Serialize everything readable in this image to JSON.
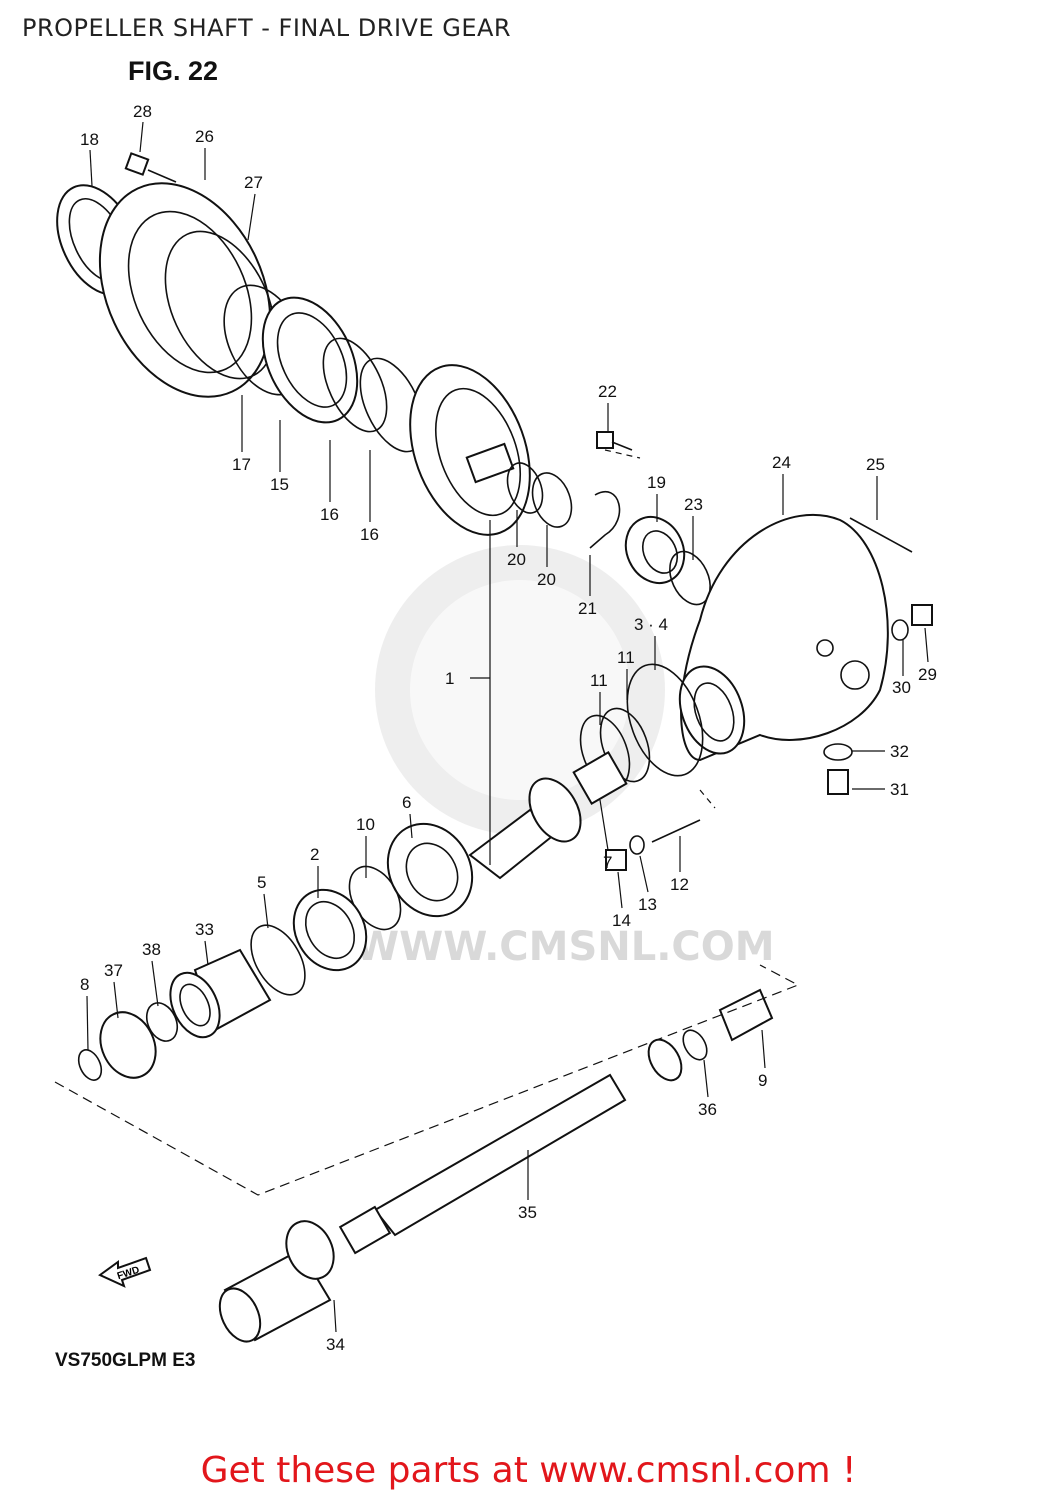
{
  "header": {
    "title": "PROPELLER SHAFT - FINAL DRIVE GEAR"
  },
  "figure": {
    "label": "FIG. 22",
    "model_code": "VS750GLPM  E3",
    "fwd_label": "FWD"
  },
  "watermark": {
    "text": "WWW.CMSNL.COM"
  },
  "promo": {
    "text": "Get these parts at www.cmsnl.com !"
  },
  "callouts": [
    "28",
    "26",
    "18",
    "27",
    "17",
    "15",
    "16",
    "16",
    "22",
    "20",
    "20",
    "21",
    "19",
    "23",
    "24",
    "25",
    "1",
    "3 · 4",
    "11",
    "11",
    "30",
    "29",
    "32",
    "31",
    "6",
    "10",
    "2",
    "7",
    "12",
    "13",
    "14",
    "5",
    "33",
    "38",
    "37",
    "8",
    "9",
    "36",
    "35",
    "34"
  ]
}
